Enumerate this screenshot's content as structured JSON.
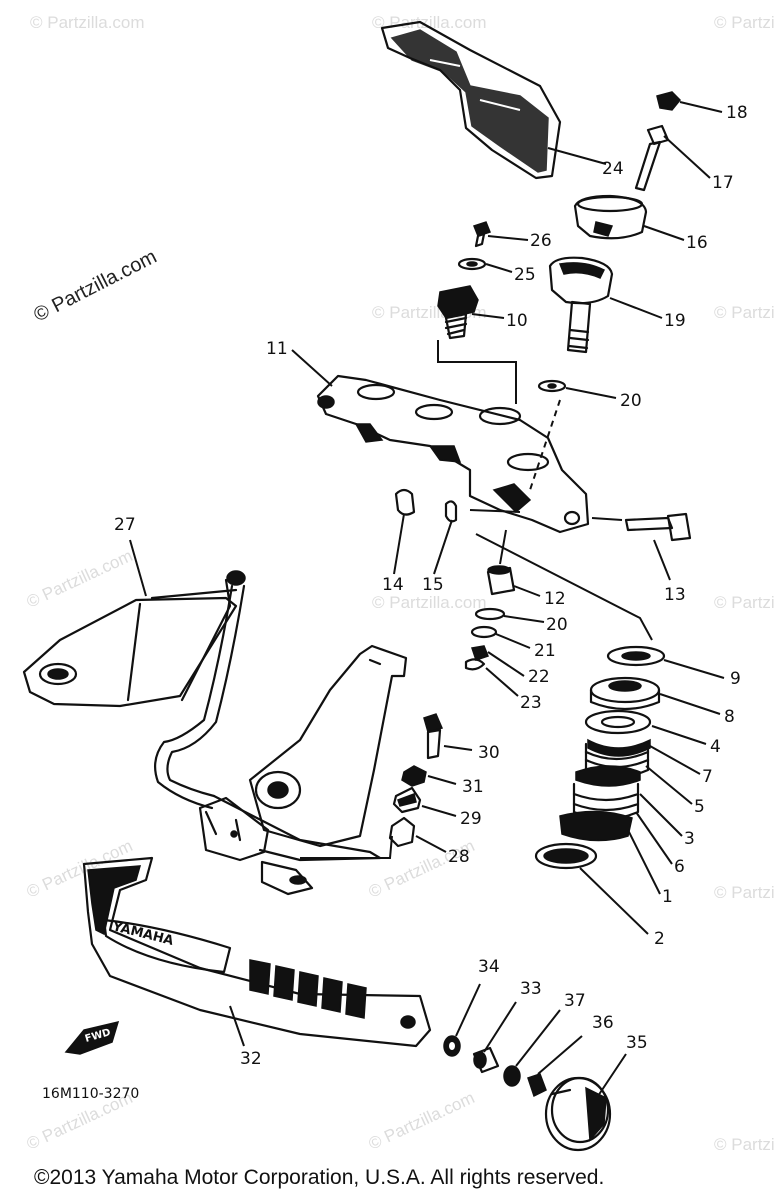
{
  "watermark_main": "© Partzilla.com",
  "watermark_repeat": "© Partzilla.com",
  "diagram_code": "16M110-3270",
  "fwd_label": "FWD",
  "brand_text": "YAMAHA",
  "copyright": "©2013  Yamaha Motor Corporation, U.S.A. All rights reserved.",
  "callouts": {
    "p1": "1",
    "p2": "2",
    "p3": "3",
    "p4": "4",
    "p5": "5",
    "p6": "6",
    "p7": "7",
    "p8": "8",
    "p9": "9",
    "p10": "10",
    "p11": "11",
    "p12": "12",
    "p13": "13",
    "p14": "14",
    "p15": "15",
    "p16": "16",
    "p17": "17",
    "p18": "18",
    "p19": "19",
    "p20a": "20",
    "p20b": "20",
    "p21": "21",
    "p22": "22",
    "p23": "23",
    "p24": "24",
    "p25": "25",
    "p26": "26",
    "p27": "27",
    "p28": "28",
    "p29": "29",
    "p30": "30",
    "p31": "31",
    "p32": "32",
    "p33": "33",
    "p34": "34",
    "p35": "35",
    "p36": "36",
    "p37": "37"
  }
}
